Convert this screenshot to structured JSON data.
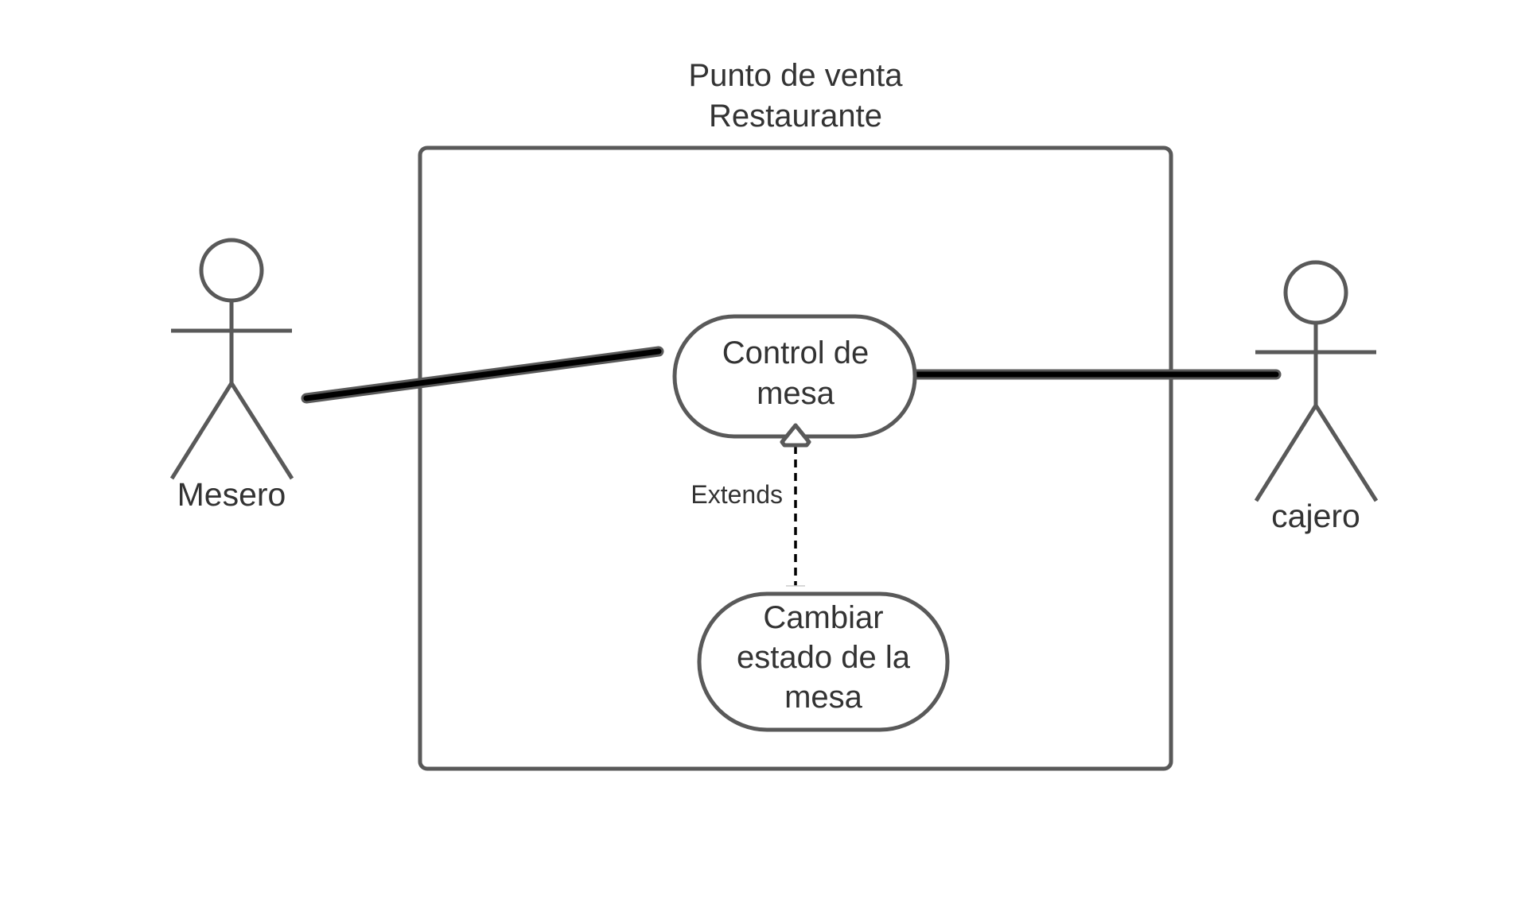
{
  "system": {
    "title_line1": "Punto de venta",
    "title_line2": "Restaurante"
  },
  "actors": {
    "mesero": {
      "label": "Mesero"
    },
    "cajero": {
      "label": "cajero"
    }
  },
  "use_cases": {
    "control_mesa": {
      "line1": "Control de",
      "line2": "mesa"
    },
    "cambiar_estado": {
      "line1": "Cambiar",
      "line2": "estado de la",
      "line3": "mesa"
    }
  },
  "relationships": {
    "extends_label": "Extends"
  },
  "colors": {
    "outline": "#595959",
    "association": "#000000",
    "text": "#333333",
    "background": "#ffffff"
  }
}
